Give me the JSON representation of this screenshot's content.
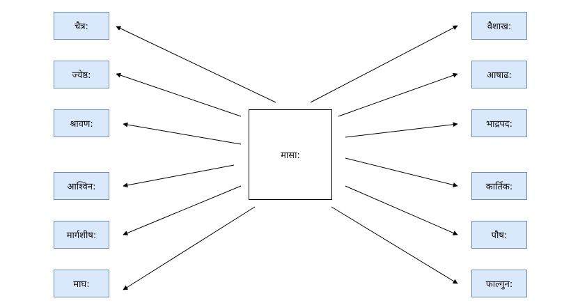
{
  "center": {
    "label": "मासा:"
  },
  "months_left": [
    {
      "label": "चैत्र:"
    },
    {
      "label": "ज्येष्ठ:"
    },
    {
      "label": "श्रावण:"
    },
    {
      "label": "आश्विन:"
    },
    {
      "label": "मार्गशीष:"
    },
    {
      "label": "माघ:"
    }
  ],
  "months_right": [
    {
      "label": "वैशाख:"
    },
    {
      "label": "आषाढ:"
    },
    {
      "label": "भाद्रपद:"
    },
    {
      "label": "कार्तिक:"
    },
    {
      "label": "पौष:"
    },
    {
      "label": "फाल्गुन:"
    }
  ],
  "colors": {
    "box_fill": "#dae8fc",
    "box_border": "#6c8ebf",
    "arrow": "#000000"
  }
}
